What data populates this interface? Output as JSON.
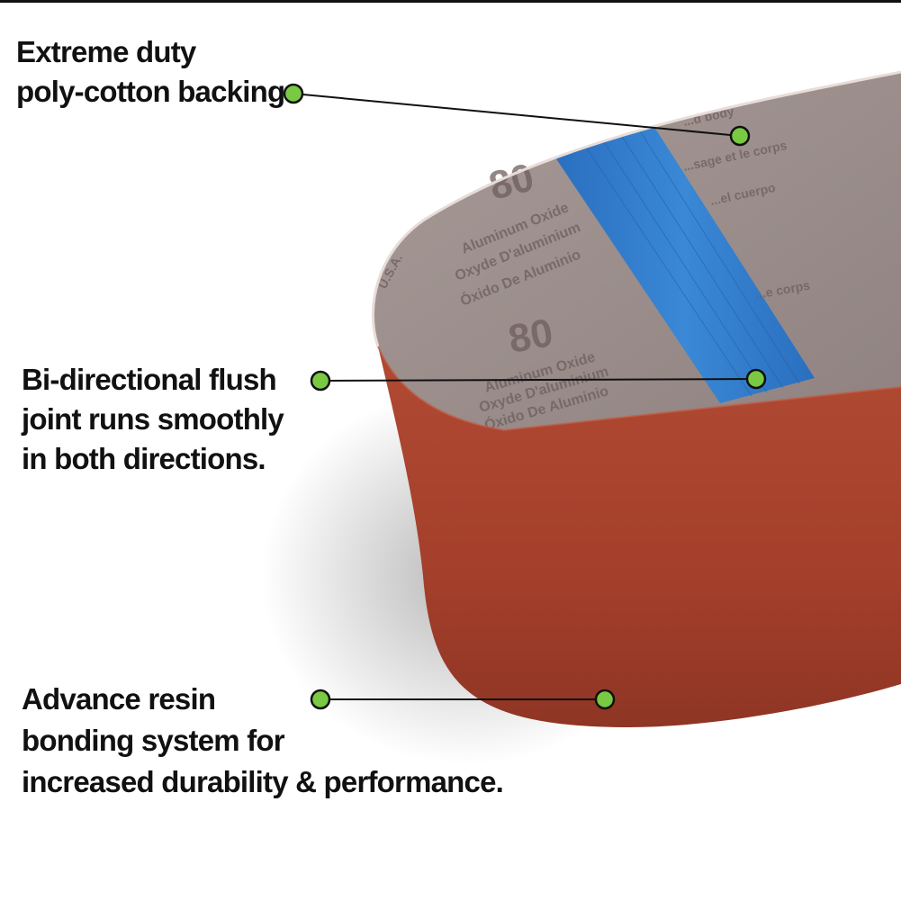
{
  "callouts": [
    {
      "lines": [
        "Extreme duty",
        "poly-cotton backing"
      ]
    },
    {
      "lines": [
        "Bi-directional flush",
        "joint runs smoothly",
        "in both directions."
      ]
    },
    {
      "lines": [
        "Advance resin",
        "bonding system for",
        "increased durability & performance."
      ]
    }
  ],
  "belt_print": {
    "grit": "80",
    "grit_2": "80",
    "line_en": "Aluminum Oxide",
    "line_fr": "Oxyde D'aluminium",
    "line_es": "Óxido De Aluminio",
    "line_en_2": "Aluminum Oxide",
    "line_fr_2": "Oxyde D'aluminium",
    "line_es_2": "Óxido De Aluminio",
    "side_1": "...d body",
    "side_2": "...sage et le corps",
    "side_3": "...el cuerpo",
    "side_4": "...e corps",
    "made_in": "U.S.A."
  },
  "colors": {
    "belt_outer": "#a8442e",
    "belt_inner": "#9c8e8c",
    "joint_tape": "#2e7bc8",
    "marker": "#7ac943",
    "text": "#111111"
  }
}
